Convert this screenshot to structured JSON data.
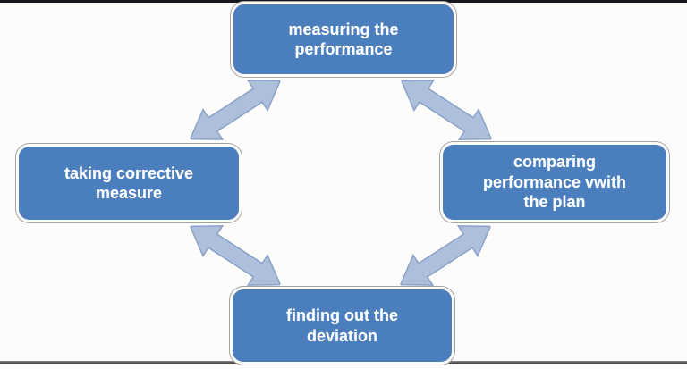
{
  "diagram": {
    "type": "cycle",
    "nodes": [
      {
        "id": "top",
        "label": "measuring the performance"
      },
      {
        "id": "right",
        "label": "comparing performance vwith the plan"
      },
      {
        "id": "bottom",
        "label": "finding out the deviation"
      },
      {
        "id": "left",
        "label": "taking corrective measure"
      }
    ],
    "connections": [
      {
        "from": "left",
        "to": "top",
        "style": "double-headed-arrow"
      },
      {
        "from": "top",
        "to": "right",
        "style": "double-headed-arrow"
      },
      {
        "from": "right",
        "to": "bottom",
        "style": "double-headed-arrow"
      },
      {
        "from": "bottom",
        "to": "left",
        "style": "double-headed-arrow"
      }
    ],
    "colors": {
      "background": "#fcfcfb",
      "node-fill": "#4a7ebc",
      "node-border": "#fdfdfd",
      "node-outline": "#a3a3a3",
      "arrow-fill": "#aebfdc",
      "arrow-stroke": "#8aa2c8",
      "text-color": "#ffffff",
      "frame-dark": "#17171f"
    }
  }
}
